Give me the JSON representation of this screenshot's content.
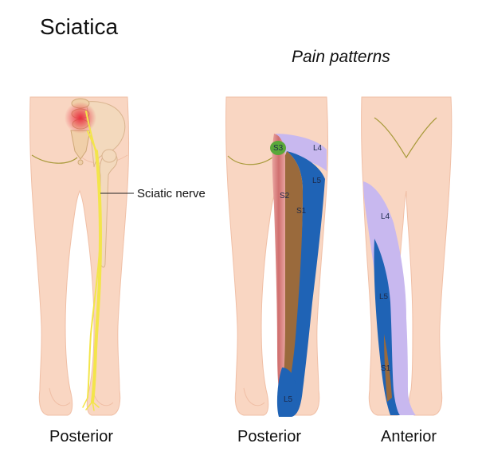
{
  "header": {
    "title": "Sciatica",
    "subtitle": "Pain patterns"
  },
  "views": [
    {
      "label": "Posterior"
    },
    {
      "label": "Posterior"
    },
    {
      "label": "Anterior"
    }
  ],
  "annotations": {
    "nerve_label": "Sciatic nerve"
  },
  "dermatomes_posterior": [
    "S3",
    "L4",
    "L5",
    "S2",
    "S1",
    "L5"
  ],
  "dermatomes_anterior": [
    "L4",
    "L5",
    "S1"
  ],
  "colors": {
    "skin": "#f9d6c2",
    "skin_shadow": "#f0bfa6",
    "nerve": "#f3e54a",
    "inflammation": "#e8283a",
    "bone": "#f3d9bd",
    "dermatome_L4": "#c8b8ef",
    "dermatome_L5": "#1f63b5",
    "dermatome_S1": "#9a6a3c",
    "dermatome_S2": "#d77a7a",
    "dermatome_S3": "#5aa83a"
  }
}
